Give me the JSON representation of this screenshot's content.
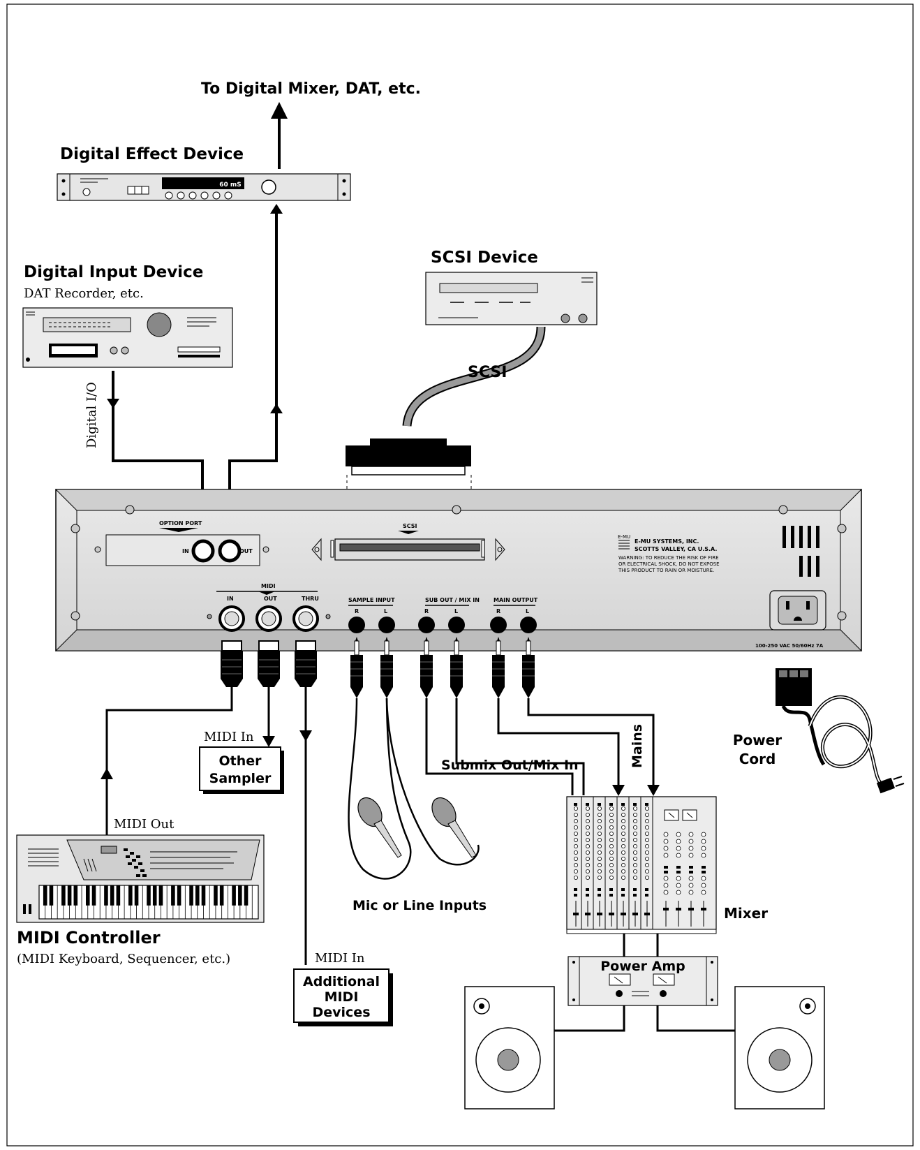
{
  "labels": {
    "to_digital_mixer": "To Digital Mixer, DAT, etc.",
    "digital_effect_device": "Digital Effect Device",
    "effect_display": "60 mS",
    "digital_input_device": "Digital Input Device",
    "dat_recorder": "DAT Recorder, etc.",
    "digital_io": "Digital I/O",
    "scsi_device": "SCSI Device",
    "scsi_cable": "SCSI",
    "option_port": "OPTION PORT",
    "in": "IN",
    "out": "OUT",
    "scsi_port": "SCSI",
    "emu_line1": "E-MU SYSTEMS, INC.",
    "emu_line2": "SCOTTS VALLEY, CA  U.S.A.",
    "emu_logo": "E-MU",
    "warning_1": "WARNING: TO REDUCE THE RISK OF FIRE",
    "warning_2": "OR ELECTRICAL SHOCK, DO NOT EXPOSE",
    "warning_3": "THIS PRODUCT TO RAIN OR MOISTURE.",
    "midi_header": "MIDI",
    "midi_in": "IN",
    "midi_out": "OUT",
    "midi_thru": "THRU",
    "sample_input": "SAMPLE INPUT",
    "sub_out_mix_in": "SUB OUT / MIX IN",
    "main_output": "MAIN OUTPUT",
    "jack_r": "R",
    "jack_l": "L",
    "voltage": "100-250 VAC 50/60Hz 7A",
    "midi_in_other": "MIDI In",
    "other_sampler_1": "Other",
    "other_sampler_2": "Sampler",
    "midi_out_label": "MIDI Out",
    "midi_controller": "MIDI Controller",
    "midi_controller_sub": "(MIDI Keyboard, Sequencer, etc.)",
    "midi_in_additional": "MIDI In",
    "additional_1": "Additional",
    "additional_2": "MIDI",
    "additional_3": "Devices",
    "submix": "Submix Out/Mix In",
    "mains": "Mains",
    "power_cord_1": "Power",
    "power_cord_2": "Cord",
    "mic_line_inputs": "Mic or Line Inputs",
    "mixer": "Mixer",
    "power_amp": "Power Amp"
  }
}
